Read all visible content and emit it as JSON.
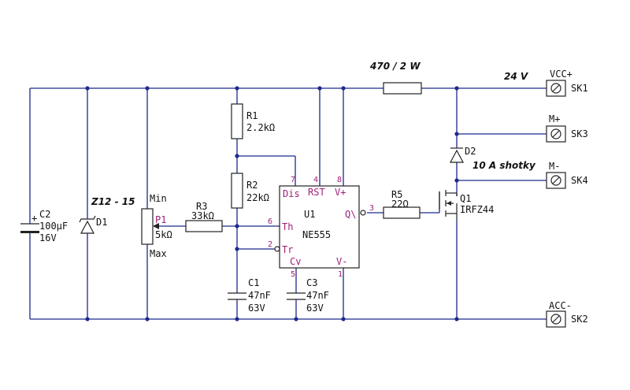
{
  "notes": {
    "zener": "Z12 - 15",
    "resistor": "470  / 2 W",
    "voltage": "24 V",
    "schottky": "10 A shotky"
  },
  "components": {
    "c2": {
      "ref": "C2",
      "plus": "+",
      "value": "100µF",
      "rating": "16V"
    },
    "d1": {
      "ref": "D1"
    },
    "p1": {
      "ref": "P1",
      "value": "5kΩ",
      "min": "Min",
      "max": "Max"
    },
    "r3": {
      "ref": "R3",
      "value": "33kΩ"
    },
    "r1": {
      "ref": "R1",
      "value": "2.2kΩ"
    },
    "r2": {
      "ref": "R2",
      "value": "22kΩ"
    },
    "c1": {
      "ref": "C1",
      "value": "47nF",
      "rating": "63V"
    },
    "c3": {
      "ref": "C3",
      "value": "47nF",
      "rating": "63V"
    },
    "u1": {
      "ref": "U1",
      "part": "NE555",
      "pins": {
        "dis": "Dis",
        "rst": "RST",
        "vcc": "V+",
        "th": "Th",
        "tr": "Tr",
        "cv": "Cv",
        "gnd": "V-",
        "q": "Q\\"
      },
      "numbers": {
        "dis": "7",
        "rst": "4",
        "vcc": "8",
        "th": "6",
        "tr": "2",
        "cv": "5",
        "gnd": "1",
        "q": "3"
      }
    },
    "r5": {
      "ref": "R5",
      "value": "22Ω"
    },
    "q1": {
      "ref": "Q1",
      "part": "IRFZ44"
    },
    "d2": {
      "ref": "D2"
    }
  },
  "connectors": {
    "sk1": {
      "ref": "SK1",
      "label": "VCC+"
    },
    "sk3": {
      "ref": "SK3",
      "label": "M+"
    },
    "sk4": {
      "ref": "SK4",
      "label": "M-"
    },
    "sk2": {
      "ref": "SK2",
      "label": "ACC-"
    }
  }
}
